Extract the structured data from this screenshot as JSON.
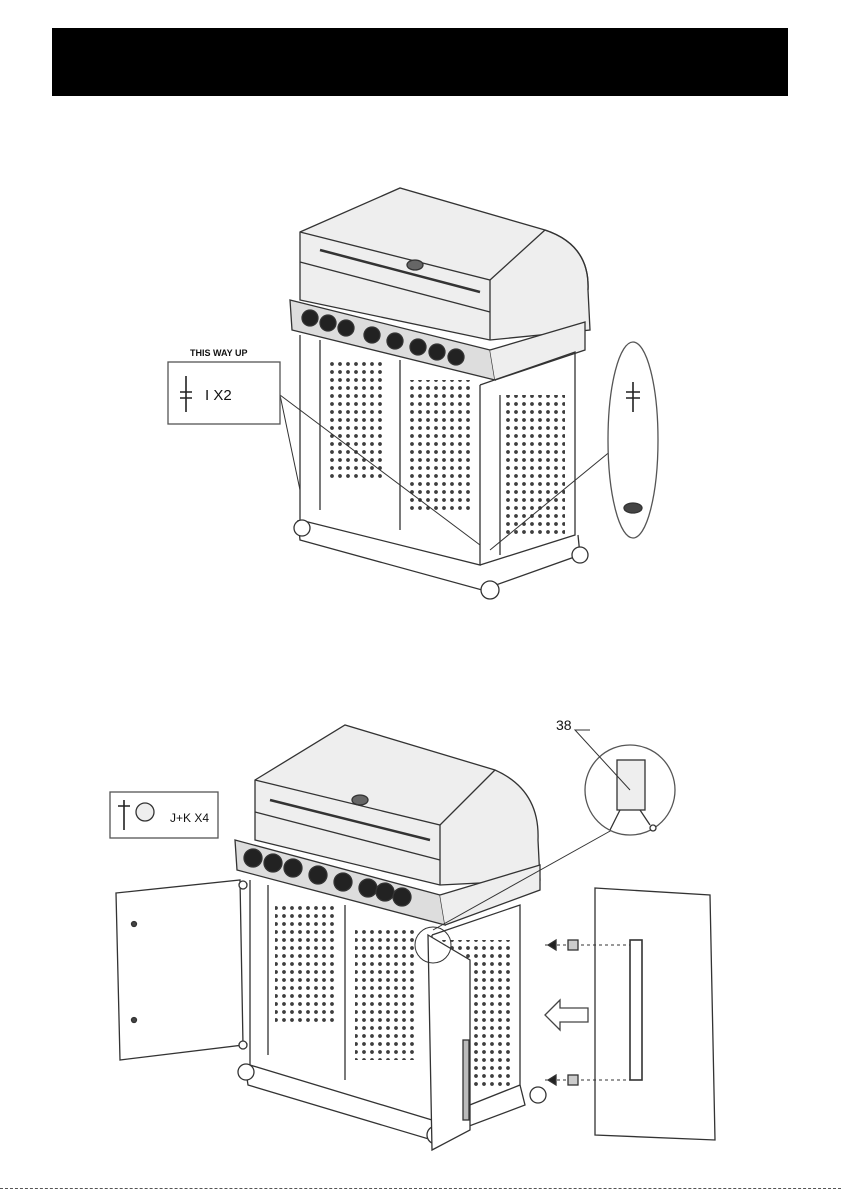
{
  "header": {
    "title": ""
  },
  "step1": {
    "callout_title": "THIS WAY UP",
    "callout_qty": "I  X2"
  },
  "step2": {
    "step_marker": "",
    "fastener_label": "J+K  X4",
    "part_number": "38"
  }
}
